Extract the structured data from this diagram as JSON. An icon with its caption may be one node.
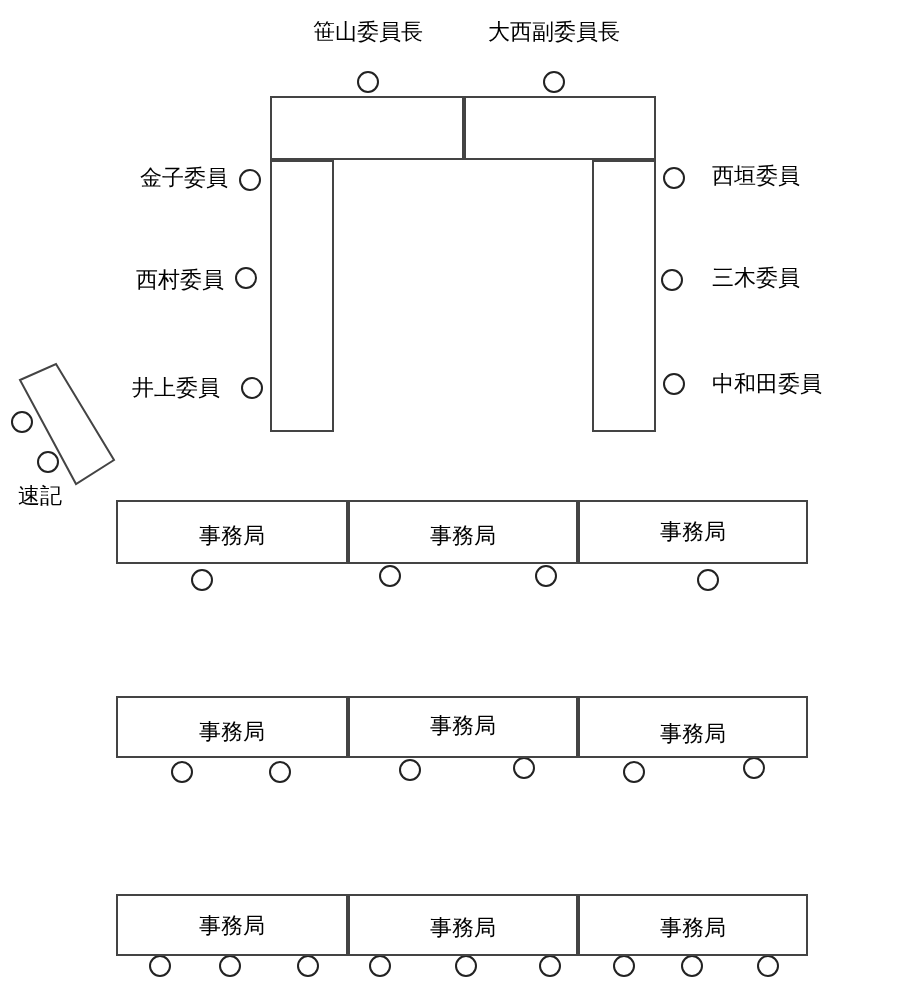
{
  "diagram": {
    "nodes": [
      {
        "text": [],
        "shape": "box"
      },
      {
        "text": [],
        "shape": "box"
      },
      {
        "text": [],
        "shape": "box"
      },
      {
        "text": [],
        "shape": "box"
      },
      {
        "text": [],
        "shape": "box"
      },
      {
        "text": [
          "事務局"
        ]
      },
      {
        "text": [
          "事務局"
        ]
      },
      {
        "text": [
          "事務局"
        ]
      },
      {
        "text": [
          "事務局"
        ]
      },
      {
        "text": [
          "事務局"
        ]
      },
      {
        "text": [
          "事務局"
        ]
      },
      {
        "text": [
          "事務局"
        ]
      },
      {
        "text": [
          "事務局"
        ]
      },
      {
        "text": [
          "事務局"
        ]
      }
    ],
    "labels": [
      "笹山委員長",
      "大西副委員長",
      "金子委員",
      "西垣委員",
      "西村委員",
      "三木委員",
      "井上委員",
      "中和田委員",
      "速記"
    ]
  }
}
